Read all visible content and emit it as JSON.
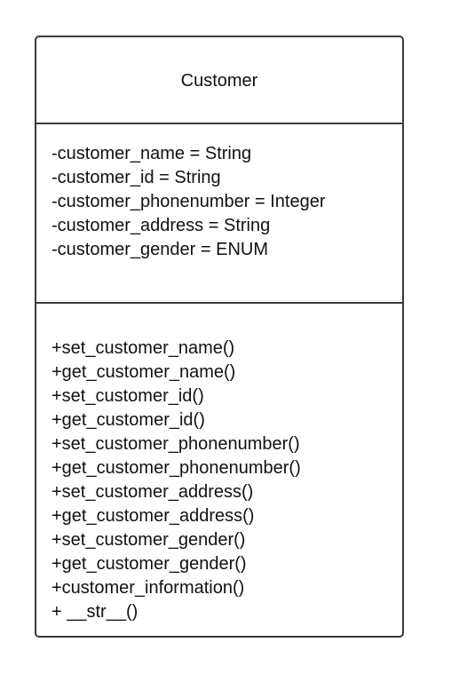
{
  "class": {
    "name": "Customer",
    "attributes": [
      "-customer_name = String",
      "-customer_id = String",
      "-customer_phonenumber = Integer",
      "-customer_address = String",
      "-customer_gender = ENUM"
    ],
    "methods": [
      "+set_customer_name()",
      "+get_customer_name()",
      "+set_customer_id()",
      "+get_customer_id()",
      "+set_customer_phonenumber()",
      "+get_customer_phonenumber()",
      "+set_customer_address()",
      "+get_customer_address()",
      "+set_customer_gender()",
      "+get_customer_gender()",
      "+customer_information()",
      "+ __str__()"
    ]
  },
  "colors": {
    "border": "#3a3a3a",
    "text": "#111111",
    "background": "#ffffff"
  }
}
